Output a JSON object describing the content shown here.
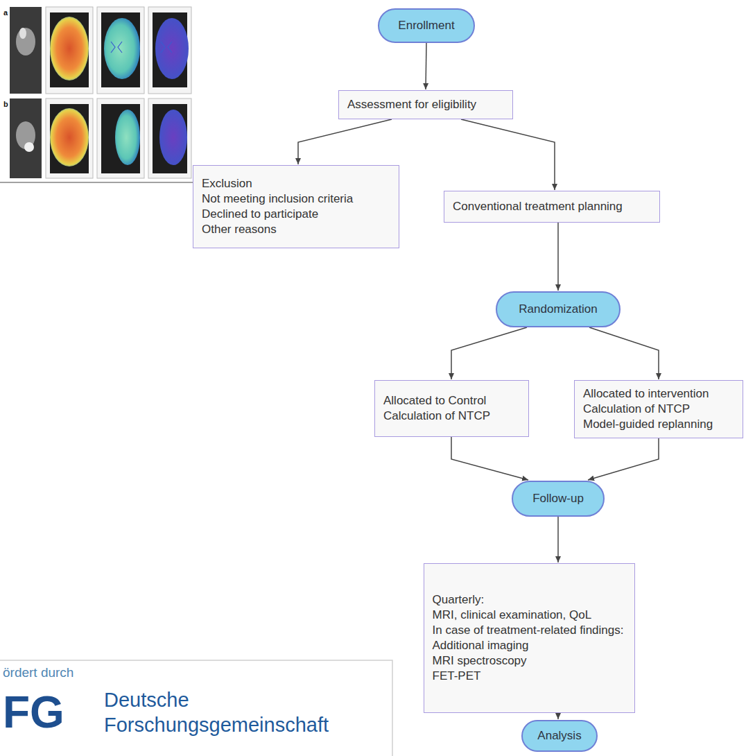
{
  "diagram": {
    "nodes": [
      {
        "text": [
          "Enrollment"
        ]
      },
      {
        "text": [
          "Assessment for eligibility"
        ]
      },
      {
        "text": [
          "Exclusion",
          "Not meeting inclusion criteria",
          "Declined to participate",
          "Other reasons"
        ]
      },
      {
        "text": [
          "Conventional treatment planning"
        ]
      },
      {
        "text": [
          "Randomization"
        ]
      },
      {
        "text": [
          "Allocated to Control",
          "Calculation of NTCP"
        ]
      },
      {
        "text": [
          "Allocated to intervention",
          "Calculation of NTCP",
          "Model-guided replanning"
        ]
      },
      {
        "text": [
          "Follow-up"
        ]
      },
      {
        "text": [
          "Quarterly:",
          "MRI, clinical examination, QoL",
          "In case of treatment-related findings:",
          "Additional imaging",
          "MRI spectroscopy",
          "FET-PET"
        ]
      },
      {
        "text": [
          "Analysis"
        ]
      }
    ],
    "edges": [
      {
        "from": 0,
        "to": 1,
        "arrow": "to"
      },
      {
        "from": 1,
        "to": 2,
        "arrow": "to"
      },
      {
        "from": 1,
        "to": 3,
        "arrow": "to"
      },
      {
        "from": 3,
        "to": 4,
        "arrow": "to"
      },
      {
        "from": 4,
        "to": 5,
        "arrow": "to"
      },
      {
        "from": 4,
        "to": 6,
        "arrow": "to"
      },
      {
        "from": 5,
        "to": 7,
        "arrow": "to"
      },
      {
        "from": 6,
        "to": 7,
        "arrow": "to"
      },
      {
        "from": 7,
        "to": 8,
        "arrow": "to"
      },
      {
        "from": 8,
        "to": 9,
        "arrow": "to"
      }
    ],
    "labels": [
      "a",
      "b",
      "ördert durch",
      "FG",
      "Deutsche",
      "Forschungsgemeinschaft"
    ]
  }
}
